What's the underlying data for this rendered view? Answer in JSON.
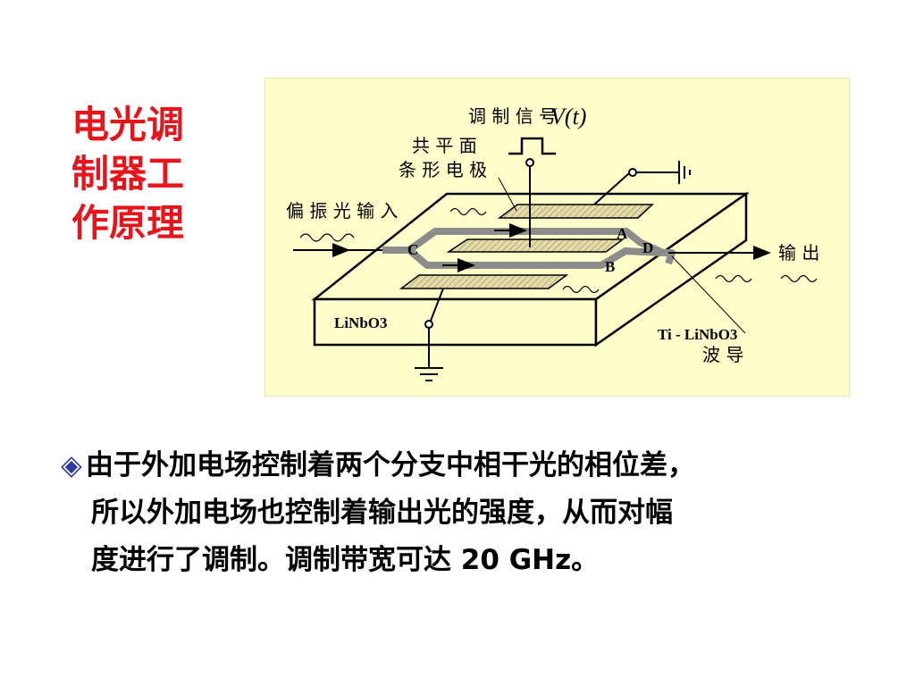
{
  "slide": {
    "title_lines": [
      "电光调",
      "制器工",
      "作原理"
    ],
    "bullet_icon": "diamond-bullet-icon",
    "body_lines": [
      "由于外加电场控制着两个分支中相干光的相位差，",
      "所以外加电场也控制着输出光的强度，从而对幅",
      "度进行了调制。调制带宽可达 20 GHz。"
    ]
  },
  "diagram": {
    "signal_label": "调 制 信 号",
    "signal_symbol": "V(t)",
    "electrode_label_line1": "共 平 面",
    "electrode_label_line2": "条 形 电 极",
    "input_label": "偏 振 光 输 入",
    "output_label": "输 出",
    "substrate_label": "LiNbO3",
    "waveguide_label_line1": "Ti - LiNbO3",
    "waveguide_label_line2": "波 导",
    "point_a": "A",
    "point_b": "B",
    "point_c": "C",
    "point_d": "D",
    "colors": {
      "diagram_background": "#ffffcc",
      "diagram_border": "#e8e8a0",
      "title": "#e8141b",
      "waveguide": "#8c8c8c",
      "electrode_fill": "#d8d09a"
    }
  }
}
